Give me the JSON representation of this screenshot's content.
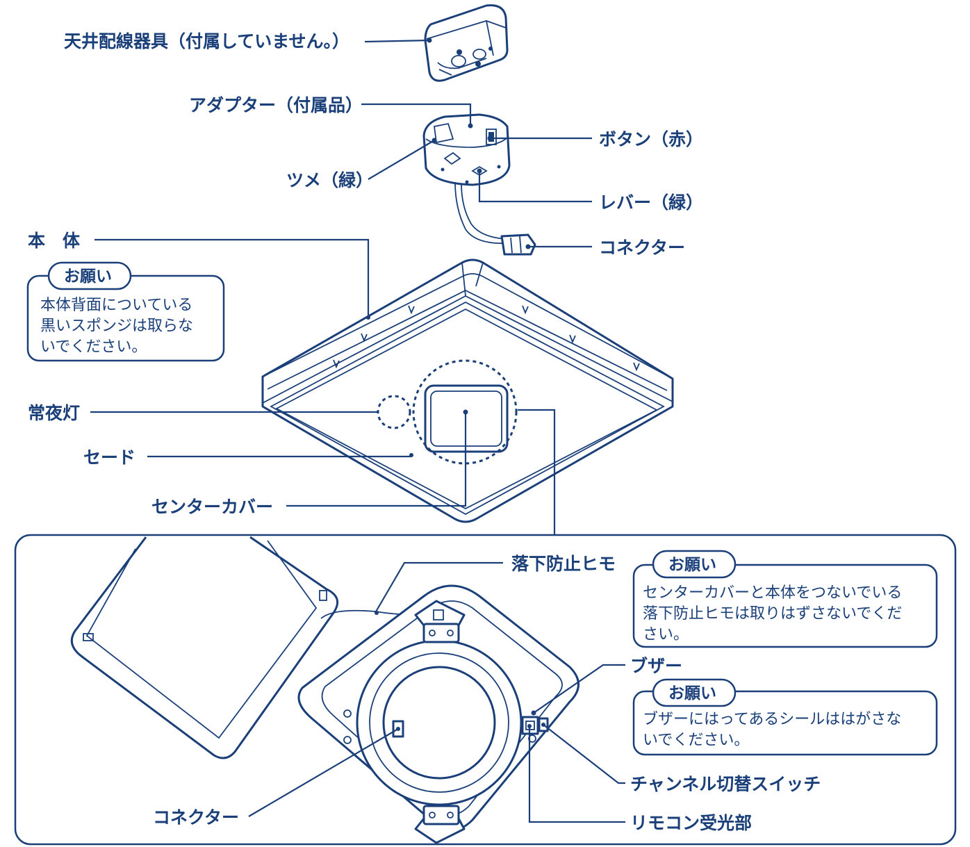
{
  "labels": {
    "ceiling_fixture": "天井配線器具（付属していません。）",
    "adapter": "アダプター（付属品）",
    "button_red": "ボタン（赤）",
    "claw_green": "ツメ（緑）",
    "lever_green": "レバー（緑）",
    "connector_top": "コネクター",
    "main_body": "本　体",
    "night_light": "常夜灯",
    "shade": "セード",
    "center_cover": "センターカバー",
    "fall_prevention_string": "落下防止ヒモ",
    "buzzer": "ブザー",
    "channel_switch": "チャンネル切替スイッチ",
    "remote_receiver": "リモコン受光部",
    "connector_bottom": "コネクター"
  },
  "notes": [
    {
      "title": "お願い",
      "lines": [
        "本体背面についている",
        "黒いスポンジは取らな",
        "いでください。"
      ]
    },
    {
      "title": "お願い",
      "lines": [
        "センターカバーと本体をつないでいる",
        "落下防止ヒモは取りはずさないでくだ",
        "さい。"
      ]
    },
    {
      "title": "お願い",
      "lines": [
        "ブザーにはってあるシールははがさな",
        "いでください。"
      ]
    }
  ],
  "colors": {
    "ink": "#1a3f79",
    "background": "#ffffff"
  }
}
